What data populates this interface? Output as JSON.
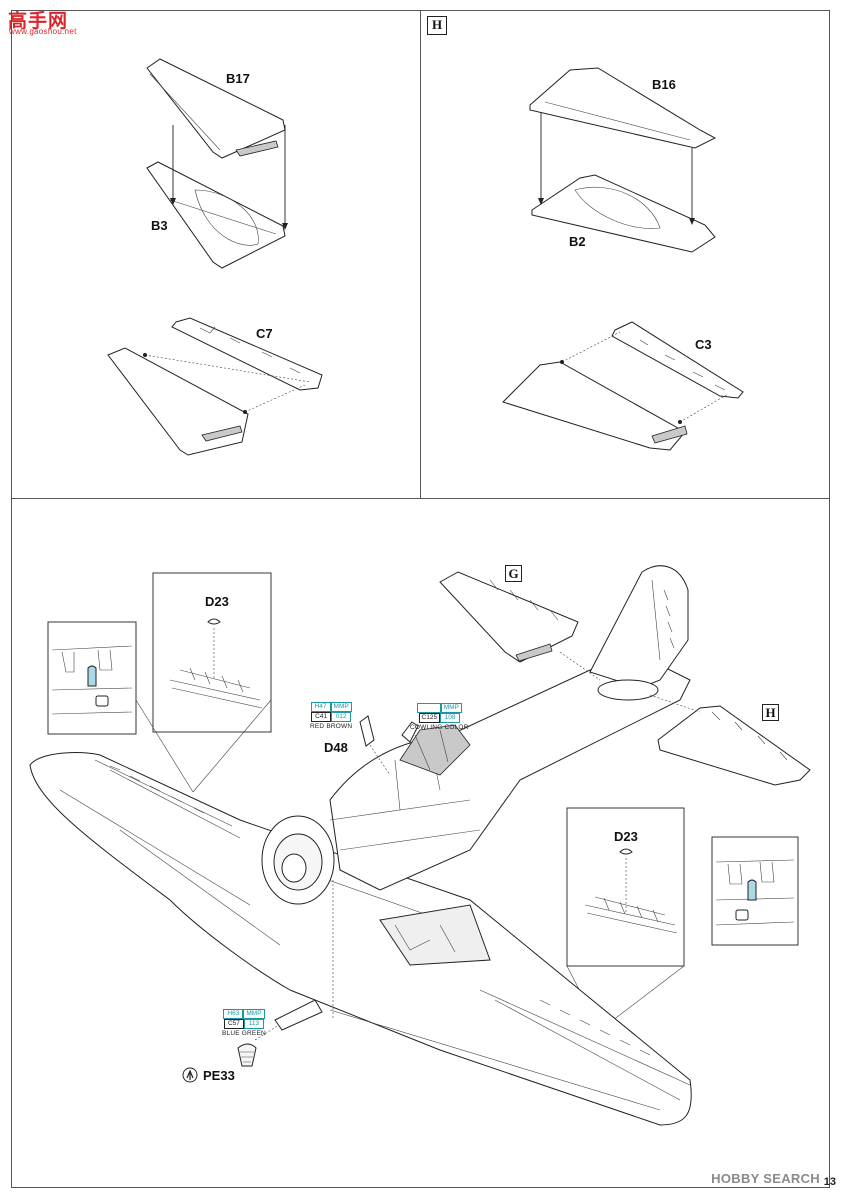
{
  "watermark": {
    "site_name": "高手网",
    "site_url": "www.gaoshou.net",
    "brand": "HOBBY SEARCH"
  },
  "page_number": "13",
  "step_markers": {
    "h_header": "H",
    "g_ref": "G",
    "h_ref": "H"
  },
  "parts": {
    "b17": "B17",
    "b3": "B3",
    "c7": "C7",
    "b16": "B16",
    "b2": "B2",
    "c3": "C3",
    "d23_left": "D23",
    "d23_right": "D23",
    "d48": "D48",
    "pe33": "PE33"
  },
  "paint_callouts": {
    "red_brown": {
      "gunze_h": "H47",
      "brand_mmp": "MMP",
      "gunze_c": "C41",
      "mmp_code": "012",
      "name": "RED BROWN"
    },
    "cowling": {
      "brand_mmp": "MMP",
      "gunze_c": "C125",
      "mmp_code": "108",
      "name": "COWLING COLOR"
    },
    "blue_green": {
      "gunze_h": "H63",
      "brand_mmp": "MMP",
      "gunze_c": "C57",
      "mmp_code": "113",
      "name": "BLUE GREEN"
    }
  },
  "colors": {
    "accent_teal": "#1a9aa8",
    "watermark_red": "#d8262a",
    "line": "#222222"
  },
  "icons": {
    "photo_etch": "arrow-up-circle-icon"
  }
}
